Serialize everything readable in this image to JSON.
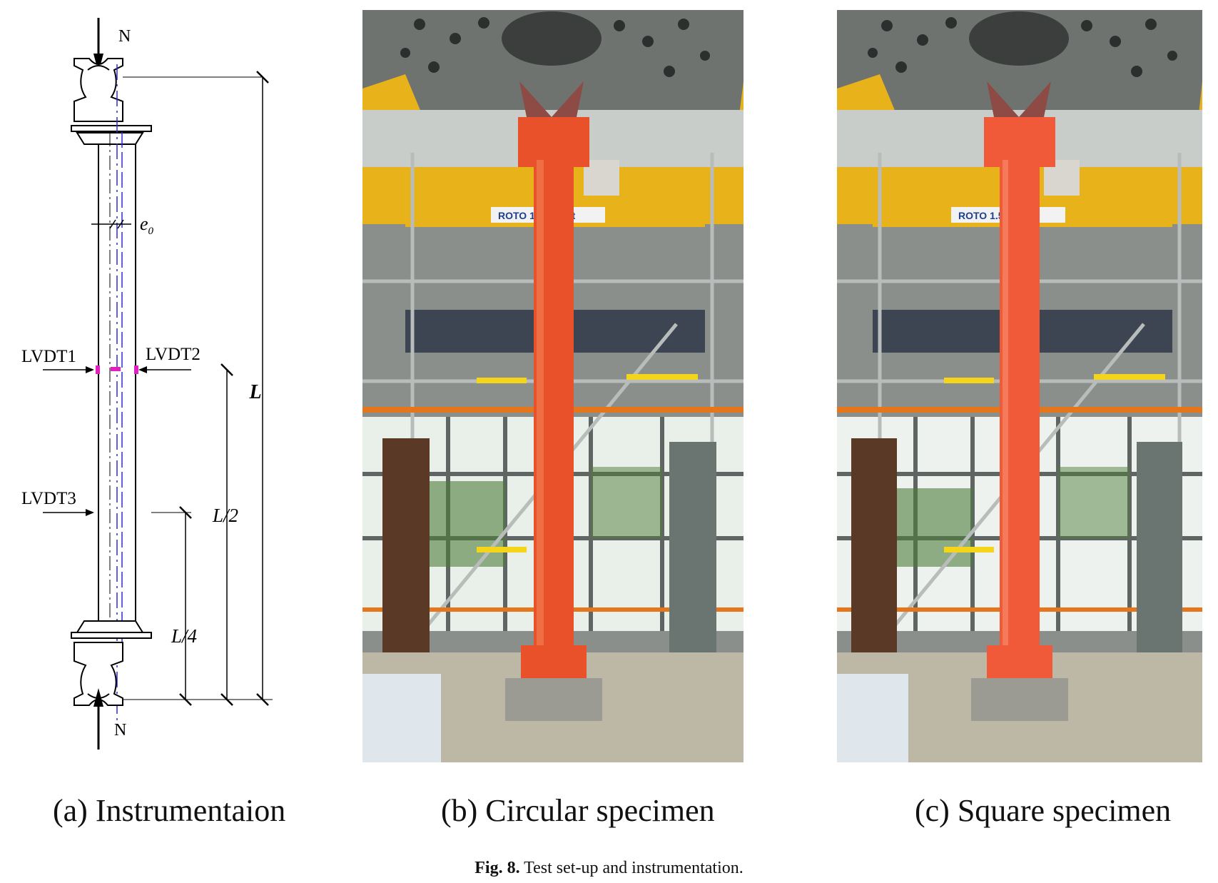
{
  "figure": {
    "caption_label": "Fig. 8.",
    "caption_text": " Test set-up and instrumentation.",
    "panels": [
      {
        "label": "(a) Instrumentaion"
      },
      {
        "label": "(b) Circular specimen"
      },
      {
        "label": "(c) Square specimen"
      }
    ]
  },
  "diagram": {
    "load_top": "N",
    "load_bottom": "N",
    "eccentricity": "e",
    "eccentricity_sub": "0",
    "lvdt1": "LVDT1",
    "lvdt2": "LVDT2",
    "lvdt3": "LVDT3",
    "dim_L": "L",
    "dim_L2": "L/2",
    "dim_L4": "L/4",
    "colors": {
      "line": "#000000",
      "centerline": "#2b2bd6",
      "lvdt_mark": "#e020c0"
    }
  },
  "photo_b": {
    "crane_sign": "ROTO  1.5t + 1.5t",
    "specimen_color": "#e8512a"
  },
  "photo_c": {
    "crane_sign": "ROTO  1.5t + 1.5t",
    "specimen_color": "#f05a38"
  }
}
